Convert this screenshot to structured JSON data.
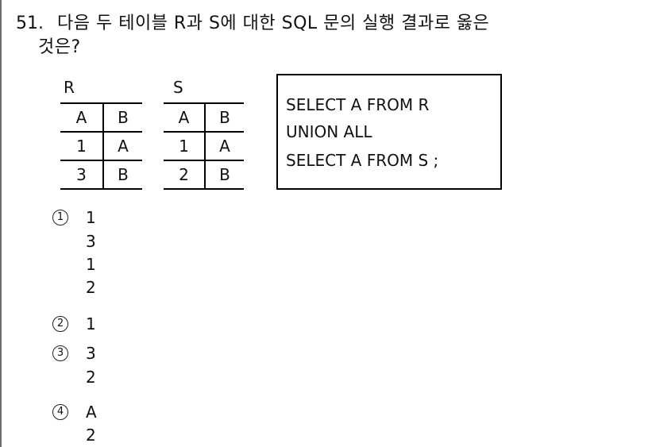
{
  "question": {
    "number": "51.",
    "line1": "다음 두 테이블 R과 S에 대한 SQL 문의 실행 결과로 옳은",
    "line2": "것은?"
  },
  "tables": [
    {
      "name": "R",
      "headers": [
        "A",
        "B"
      ],
      "rows": [
        [
          "1",
          "A"
        ],
        [
          "3",
          "B"
        ]
      ]
    },
    {
      "name": "S",
      "headers": [
        "A",
        "B"
      ],
      "rows": [
        [
          "1",
          "A"
        ],
        [
          "2",
          "B"
        ]
      ]
    }
  ],
  "sql": {
    "lines": [
      "SELECT A FROM R",
      "UNION ALL",
      "SELECT A FROM S ;"
    ]
  },
  "options": [
    {
      "mark": "1",
      "values": [
        "1",
        "3",
        "1",
        "2"
      ]
    },
    {
      "mark": "2",
      "values": [
        "1"
      ]
    },
    {
      "mark": "3",
      "values": [
        "3",
        "2"
      ]
    },
    {
      "mark": "4",
      "values": [
        "A",
        "2"
      ]
    }
  ]
}
